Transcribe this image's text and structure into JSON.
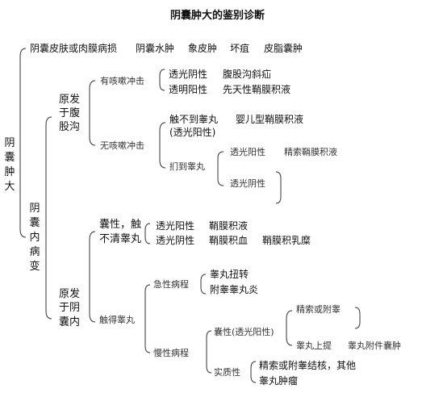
{
  "title": "阴囊肿大的鉴别诊断",
  "root": {
    "chars": [
      "阴",
      "囊",
      "肿",
      "大"
    ]
  },
  "external": {
    "items": [
      "阴囊皮肤或肉膜病损",
      "阴囊水肿",
      "象皮肿",
      "坏疽",
      "皮脂囊肿"
    ]
  },
  "internal": {
    "chars": [
      "阴",
      "囊",
      "内",
      "病",
      "变"
    ],
    "inguinal": {
      "label_lines": [
        "原发",
        "于腹",
        "股沟"
      ],
      "cough_impulse": {
        "label": "有咳嗽冲击",
        "rows": [
          {
            "a": "透光阴性",
            "b": "腹股沟斜疝"
          },
          {
            "a": "透明阳性",
            "b": "先天性鞘膜积液"
          }
        ]
      },
      "no_cough_impulse": {
        "label": "无咳嗽冲击",
        "no_testis": {
          "label": "触不到睾丸",
          "sub": "(透光阳性)",
          "result": "婴儿型鞘膜积液"
        },
        "testis": {
          "label": "扪到睾丸",
          "positive": {
            "label": "透光阳性",
            "result": "精索鞘膜积液"
          },
          "negative": {
            "label": "透光阴性"
          }
        }
      }
    },
    "scrotal": {
      "label_lines": [
        "原发",
        "于阴",
        "囊内"
      ],
      "cystic": {
        "label_lines": [
          "囊性，触",
          "不清睾丸"
        ],
        "rows": [
          [
            "透光阳性",
            "鞘膜积液"
          ],
          [
            "透光阴性",
            "鞘膜积血",
            "鞘膜积乳糜"
          ]
        ]
      },
      "palpable": {
        "label": "触得睾丸",
        "acute": {
          "label": "急性病程",
          "items": [
            "睾丸扭转",
            "附睾睾丸炎"
          ]
        },
        "chronic": {
          "label": "慢性病程",
          "cystic": {
            "label": "囊性(透光阳性)",
            "items": [
              "精索或附睾",
              "睾丸上提",
              "睾丸附件囊肿"
            ]
          },
          "solid": {
            "label": "实质性",
            "items": [
              "精索或附睾结核，其他",
              "睾丸肿瘤"
            ]
          }
        }
      }
    }
  }
}
